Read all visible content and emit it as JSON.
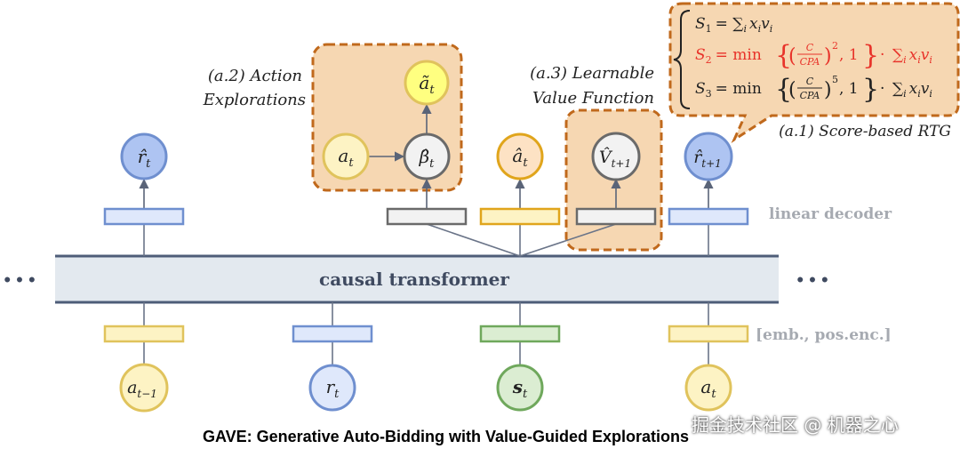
{
  "caption": "GAVE: Generative Auto-Bidding with Value-Guided Explorations",
  "watermark": "掘金技术社区 @ 机器之心",
  "ellipsis_left": "• • •",
  "ellipsis_right": "• • •",
  "transformer_label": "causal transformer",
  "decoder_label": "linear decoder",
  "embedding_label": "[emb., pos.enc.]",
  "annotations": {
    "action_explorations": {
      "line1": "(a.2) Action",
      "line2": "Explorations"
    },
    "value_function": {
      "line1": "(a.3) Learnable",
      "line2": "Value Function"
    },
    "score_rtg": "(a.1) Score-based RTG"
  },
  "rtg_formulas": {
    "s1": {
      "lhs": "S",
      "sub": "1",
      "rest": "= ∑",
      "rest_sub": "i",
      "tail": "x",
      "tail_sub": "i",
      "tail2": "v",
      "tail2_sub": "i"
    },
    "s2": {
      "lhs": "S",
      "sub": "2",
      "eq": "= min",
      "frac_num": "C",
      "frac_den": "CPA",
      "exp": "2",
      "mid": ", 1",
      "dot": "·",
      "sum": "∑",
      "sum_sub": "i",
      "xv": "x",
      "xv_sub": "i",
      "v": "v",
      "v_sub": "i"
    },
    "s3": {
      "lhs": "S",
      "sub": "3",
      "eq": "= min",
      "frac_num": "C",
      "frac_den": "CPA",
      "exp": "5",
      "mid": ", 1",
      "dot": "·",
      "sum": "∑",
      "sum_sub": "i",
      "xv": "x",
      "xv_sub": "i",
      "v": "v",
      "v_sub": "i"
    }
  },
  "input_tokens": [
    {
      "base": "a",
      "sub": "t−1",
      "kind": "action"
    },
    {
      "base": "r",
      "sub": "t",
      "kind": "return"
    },
    {
      "base": "s",
      "sub": "t",
      "kind": "state"
    },
    {
      "base": "a",
      "sub": "t",
      "kind": "action"
    }
  ],
  "output_tokens": {
    "r_hat": {
      "base": "r̂",
      "sub": "t"
    },
    "a_t": {
      "base": "a",
      "sub": "t"
    },
    "beta_hat": {
      "base": "β̂",
      "sub": "t"
    },
    "a_tilde": {
      "base": "ã",
      "sub": "t"
    },
    "a_hat": {
      "base": "â",
      "sub": "t"
    },
    "v_hat": {
      "base": "V̂",
      "sub": "t+1"
    },
    "r_hat_next": {
      "base": "r̂",
      "sub": "t+1"
    }
  },
  "colors": {
    "action_fill": "#fdf3c4",
    "action_stroke": "#e0c35c",
    "return_fill": "#dfe8fb",
    "return_stroke": "#6f8fcf",
    "state_fill": "#dbedd2",
    "state_stroke": "#6fa85c",
    "highlight_fill": "#f6d7b2",
    "highlight_stroke": "#c0691c",
    "yellow_fill": "#ffff80",
    "orange_node_fill": "#fde2c4",
    "gray_fill": "#f2f2f2",
    "gray_stroke": "#6a6a6a",
    "transformer_fill": "#e3e9ef",
    "transformer_line": "#4e5d78",
    "red": "#e8332a",
    "text_gray": "#a6aab1",
    "label_dark": "#3f4a60"
  }
}
